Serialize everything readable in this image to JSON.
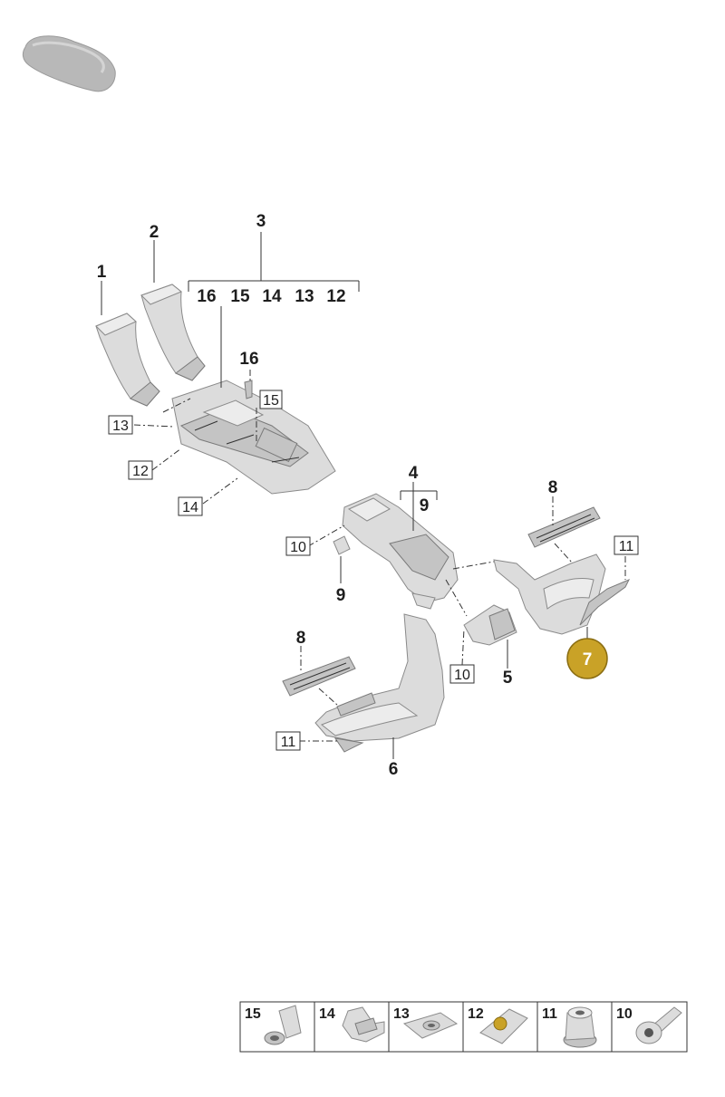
{
  "colors": {
    "highlight": "#c9a227",
    "part": "#dcdcdc",
    "line": "#333333"
  },
  "labels": {
    "p1": "1",
    "p2": "2",
    "p3": "3",
    "p4": "4",
    "p5": "5",
    "p6": "6",
    "p7": "7",
    "p8a": "8",
    "p8b": "8",
    "p9a": "9",
    "p9b": "9",
    "p16a": "16",
    "p16b": "16",
    "group3": [
      "16",
      "15",
      "14",
      "13",
      "12"
    ]
  },
  "boxed": {
    "b15": "15",
    "b13": "13",
    "b12": "12",
    "b14": "14",
    "b10a": "10",
    "b10b": "10",
    "b11a": "11",
    "b11b": "11"
  },
  "fastener_table": [
    {
      "num": "15",
      "icon": "rivet-sleeve-icon"
    },
    {
      "num": "14",
      "icon": "spring-clip-icon"
    },
    {
      "num": "13",
      "icon": "sheet-nut-icon"
    },
    {
      "num": "12",
      "icon": "clip-nut-icon"
    },
    {
      "num": "11",
      "icon": "flange-nut-icon"
    },
    {
      "num": "10",
      "icon": "torx-screw-icon"
    }
  ]
}
